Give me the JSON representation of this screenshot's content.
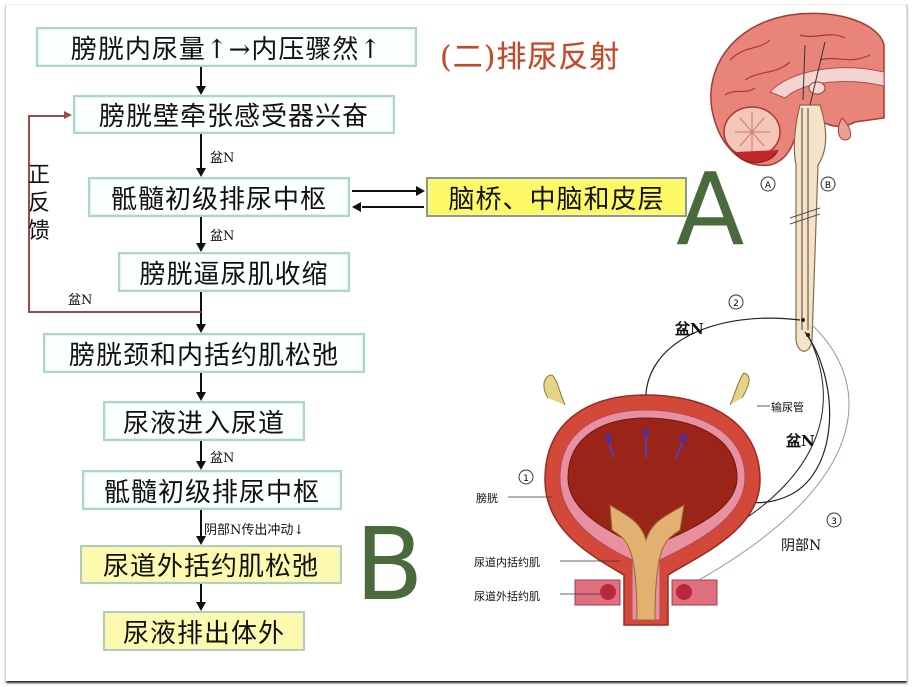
{
  "title": "(二)排尿反射",
  "flowchart": {
    "steps": [
      {
        "label": "膀胱内尿量↑→内压骤然↑",
        "style": "normal"
      },
      {
        "label": "膀胱壁牵张感受器兴奋",
        "style": "normal"
      },
      {
        "label": "骶髓初级排尿中枢",
        "style": "normal"
      },
      {
        "label": "膀胱逼尿肌收缩",
        "style": "normal"
      },
      {
        "label": "膀胱颈和内括约肌松弛",
        "style": "normal"
      },
      {
        "label": "尿液进入尿道",
        "style": "normal"
      },
      {
        "label": "骶髓初级排尿中枢",
        "style": "normal"
      },
      {
        "label": "尿道外括约肌松弛",
        "style": "yellow"
      },
      {
        "label": "尿液排出体外",
        "style": "yellow"
      }
    ],
    "higher_center": "脑桥、中脑和皮层",
    "edge_labels": {
      "pelvic_1": "盆N",
      "pelvic_2": "盆N",
      "pelvic_feedback": "盆N",
      "pelvic_3": "盆N",
      "pudendal": "阴部N传出冲动↓"
    },
    "feedback_label": [
      "正",
      "反",
      "馈"
    ]
  },
  "markers": {
    "a": "A",
    "b": "B"
  },
  "illustration": {
    "brain_labels": {
      "a": "A",
      "b": "B"
    },
    "circle_numbers": [
      "1",
      "2",
      "3"
    ],
    "labels": {
      "pelvic_nerve_top": "盆N",
      "pelvic_nerve_right": "盆N",
      "pudendal_nerve": "阴部N",
      "ureter": "输尿管",
      "bladder": "膀胱",
      "internal_sphincter": "尿道内括约肌",
      "external_sphincter": "尿道外括约肌"
    }
  },
  "colors": {
    "title": "#c4482b",
    "box_border": "#a9d6cf",
    "yellow_box": "#fdfab0",
    "higher_center_box": "#fdf865",
    "marker_letter": "#4a6a3e",
    "feedback_line": "#b04a4a"
  }
}
